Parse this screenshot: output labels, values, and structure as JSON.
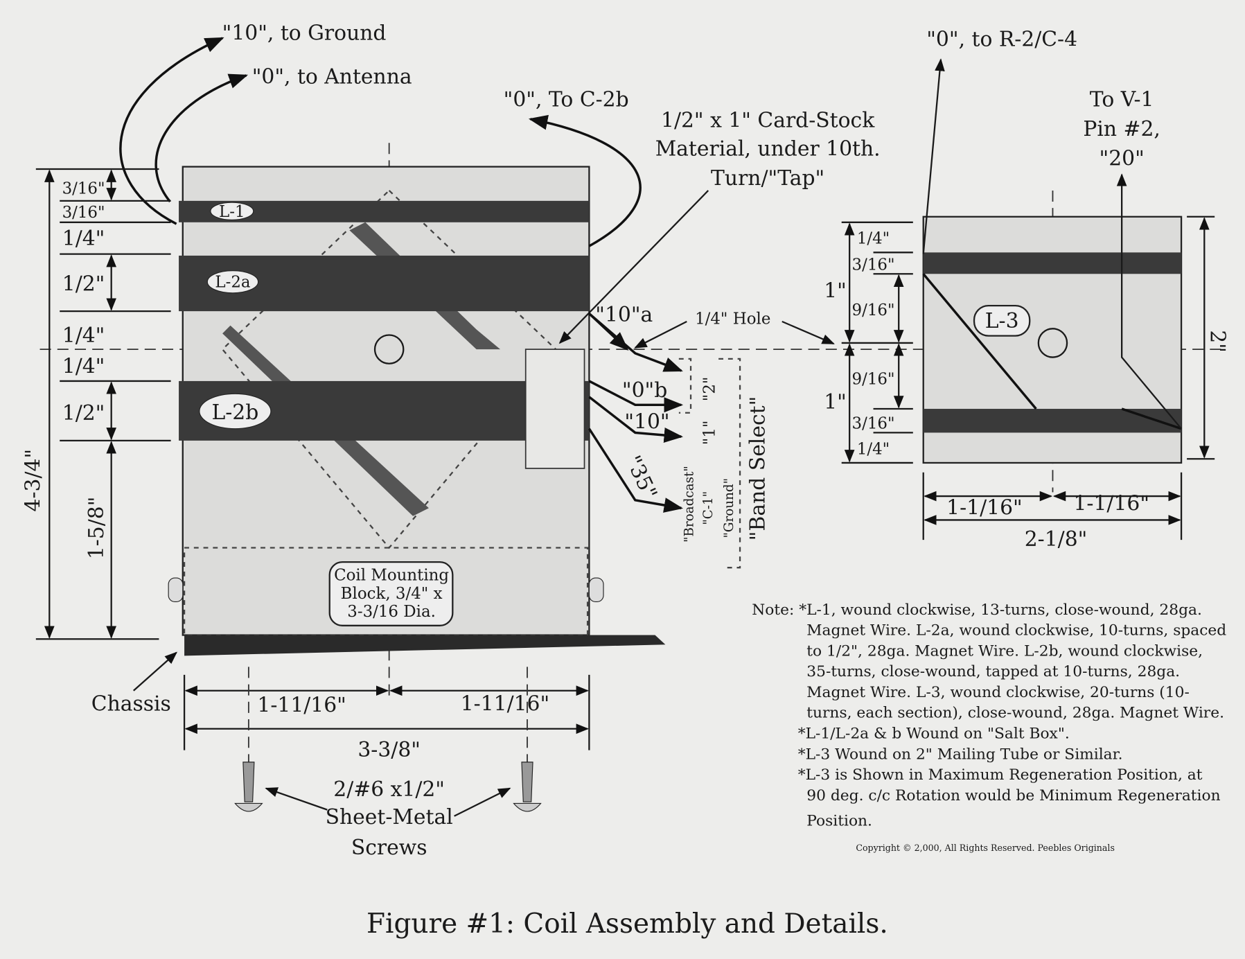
{
  "title": "Figure #1: Coil Assembly and Details.",
  "top_labels": {
    "ground": "\"10\", to Ground",
    "antenna": "\"0\", to Antenna",
    "c2b": "\"0\", To C-2b",
    "card1": "1/2\" x 1\" Card-Stock",
    "card2": "Material, under 10th.",
    "card3": "Turn/\"Tap\"",
    "r2c4": "\"0\", to R-2/C-4",
    "v1a": "To V-1",
    "v1b": "Pin #2,",
    "v1c": "\"20\""
  },
  "coils": {
    "l1": "L-1",
    "l2a": "L-2a",
    "l2b": "L-2b",
    "l3": "L-3"
  },
  "left_dims": [
    "3/16\"",
    "3/16\"",
    "1/4\"",
    "1/2\"",
    "1/4\"",
    "1/4\"",
    "1/2\"",
    "1-5/8\"",
    "4-3/4\""
  ],
  "taps": {
    "a10": "\"10\"a",
    "hole": "1/4\" Hole",
    "b0": "\"0\"b",
    "t10": "\"10\"",
    "t35": "\"35\""
  },
  "band_select": {
    "two": "\"2\"",
    "one": "\"1\"",
    "broadcast": "\"Broadcast\"",
    "c1": "\"C-1\"",
    "ground": "\"Ground\"",
    "label": "\"Band Select\""
  },
  "block": [
    "Coil Mounting",
    "Block, 3/4\" x",
    "3-3/16 Dia."
  ],
  "chassis": "Chassis",
  "bottom_dims": {
    "half1": "1-11/16\"",
    "half2": "1-11/16\"",
    "total": "3-3/8\""
  },
  "screws": [
    "2/#6 x1/2\"",
    "Sheet-Metal",
    "Screws"
  ],
  "right_dims": {
    "d1": "1/4\"",
    "d2": "3/16\"",
    "d3": "9/16\"",
    "d4": "9/16\"",
    "d5": "3/16\"",
    "d6": "1/4\"",
    "one_a": "1\"",
    "one_b": "1\"",
    "two": "2\"",
    "h1": "1-1/16\"",
    "h2": "1-1/16\"",
    "total": "2-1/8\""
  },
  "notes": [
    "Note: *L-1, wound clockwise, 13-turns, close-wound, 28ga.",
    "Magnet Wire. L-2a, wound clockwise, 10-turns, spaced",
    "to 1/2\", 28ga. Magnet Wire. L-2b, wound clockwise,",
    "35-turns, close-wound, tapped at 10-turns, 28ga.",
    "Magnet Wire. L-3, wound clockwise, 20-turns (10-",
    "turns, each section), close-wound, 28ga. Magnet Wire.",
    "*L-1/L-2a & b Wound on \"Salt Box\".",
    "*L-3 Wound on 2\" Mailing Tube or Similar.",
    "*L-3 is Shown in Maximum   Regeneration Position, at",
    "90 deg. c/c Rotation would be Minimum Regeneration",
    "Position."
  ],
  "copyright": "Copyright © 2,000, All Rights Reserved. Peebles Originals"
}
